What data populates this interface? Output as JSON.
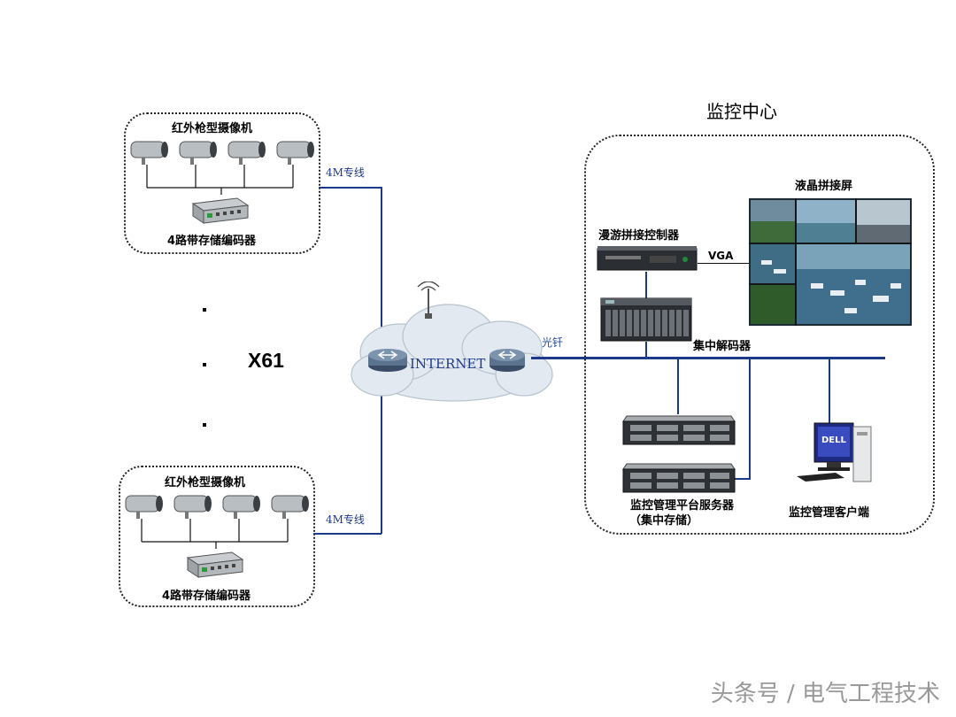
{
  "groups": {
    "top": {
      "camera_label": "红外枪型摄像机",
      "encoder_label": "4路带存储编码器"
    },
    "bottom": {
      "camera_label": "红外枪型摄像机",
      "encoder_label": "4路带存储编码器"
    }
  },
  "links": {
    "top_line": "4M专线",
    "bottom_line": "4M专线",
    "fiber": "光钎"
  },
  "multiplier": "X61",
  "cloud": {
    "label": "INTERNET"
  },
  "center": {
    "title": "监控中心",
    "lcd_wall": "液晶拼接屏",
    "controller": "漫游拼接控制器",
    "vga": "VGA",
    "decoder": "集中解码器",
    "server_label_1": "监控管理平台服务器",
    "server_label_2": "（集中存储）",
    "client": "监控管理客户端"
  },
  "watermark": "头条号 / 电气工程技术",
  "colors": {
    "line": "#1d3a8a",
    "cloud": "#e3e9f0"
  }
}
